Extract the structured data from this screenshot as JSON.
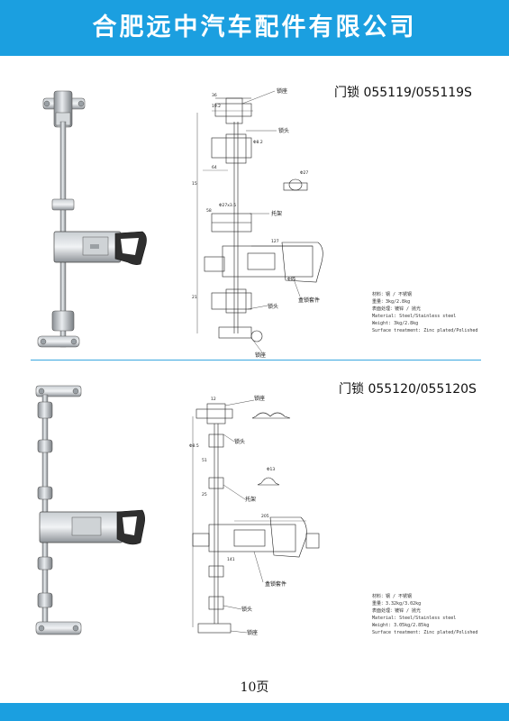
{
  "header": {
    "company": "合肥远中汽车配件有限公司"
  },
  "products": [
    {
      "title": "门锁 055119/055119S",
      "labels": {
        "lock_seat_top": "锁座",
        "lock_head_top": "锁头",
        "bracket": "托架",
        "lock_box": "盒锁套件",
        "lock_head_bottom": "锁头",
        "lock_seat_bottom": "锁座"
      },
      "dimensions": {
        "d1": "36",
        "d2": "19.2",
        "d3": "Φ8.2",
        "d4": "Φ27",
        "d5": "Φ27x3.5",
        "d6": "64",
        "d7": "58",
        "d8": "127",
        "d9": "Φ65",
        "d10": "15",
        "d11": "21"
      },
      "specs": [
        "材料：钢 / 不锈钢",
        "重量：3kg/2.8kg",
        "表面处理：镀锌 / 抛光",
        "Material: Steel/Stainless steel",
        "Weight: 3kg/2.8kg",
        "Surface treatment: Zinc plated/Polished"
      ]
    },
    {
      "title": "门锁 055120/055120S",
      "labels": {
        "lock_seat_top": "锁座",
        "lock_head_top": "锁头",
        "bracket": "托架",
        "lock_box": "盒锁套件",
        "lock_head_bottom": "锁头",
        "lock_seat_bottom": "锁座"
      },
      "dimensions": {
        "d1": "12",
        "d2": "Φ8.5",
        "d3": "Φ13",
        "d4": "205",
        "d5": "51",
        "d6": "25",
        "d7": "141"
      },
      "specs": [
        "材料：钢 / 不锈钢",
        "重量：3.32kg/3.02kg",
        "表面处理：镀锌 / 抛光",
        "Material: Steel/Stainless steel",
        "Weight: 3.05kg/2.85kg",
        "Surface treatment: Zinc plated/Polished"
      ]
    }
  ],
  "footer": {
    "page": "10页"
  },
  "colors": {
    "brand_blue": "#1b9fe0",
    "white": "#ffffff"
  }
}
